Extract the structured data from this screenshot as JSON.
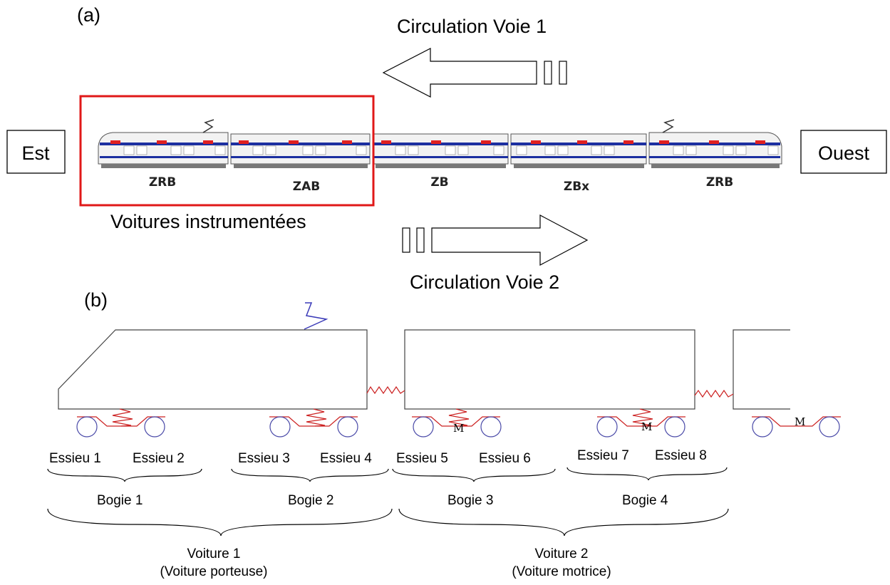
{
  "panel_a": {
    "label": "(a)",
    "track1": "Circulation Voie 1",
    "track2": "Circulation Voie 2",
    "east": "Est",
    "west": "Ouest",
    "instrumented": "Voitures instrumentées",
    "cars": [
      "ZRB",
      "ZAB",
      "ZB",
      "ZBx",
      "ZRB"
    ]
  },
  "panel_b": {
    "label": "(b)",
    "motor_symbol": "M",
    "axles": [
      "Essieu 1",
      "Essieu 2",
      "Essieu 3",
      "Essieu 4",
      "Essieu 5",
      "Essieu 6",
      "Essieu 7",
      "Essieu 8"
    ],
    "bogies": [
      "Bogie 1",
      "Bogie 2",
      "Bogie 3",
      "Bogie 4"
    ],
    "vehicles": [
      {
        "name": "Voiture 1",
        "type": "(Voiture porteuse)"
      },
      {
        "name": "Voiture 2",
        "type": "(Voiture motrice)"
      }
    ]
  },
  "colors": {
    "highlight": "#e01818",
    "spring": "#cc2222",
    "wheel": "#4a4aa8",
    "pantograph": "#3a3ab8",
    "car_blue": "#1c2fa0",
    "car_red": "#e02020"
  }
}
